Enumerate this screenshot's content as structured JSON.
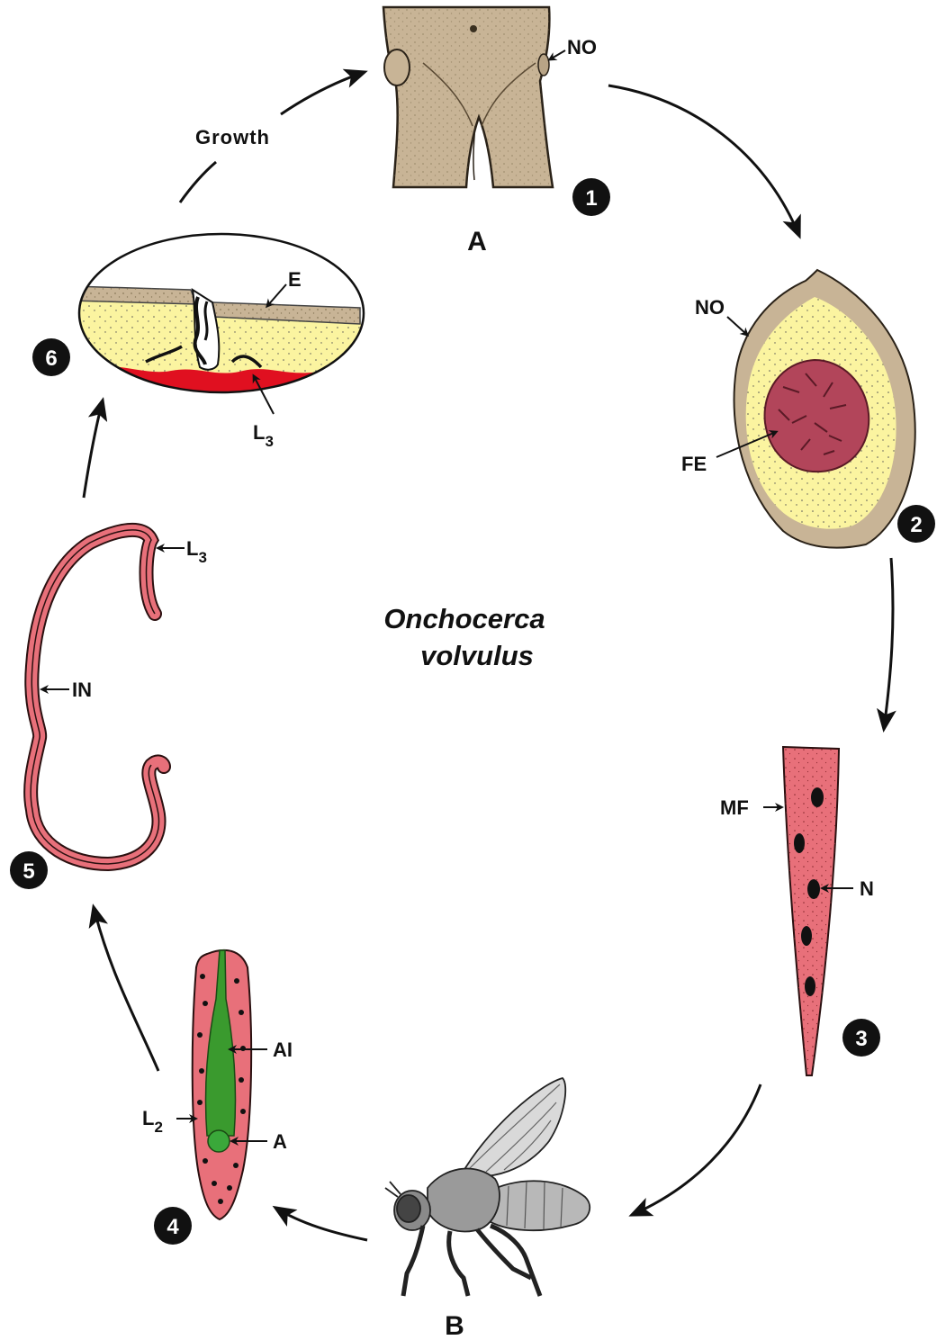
{
  "title": {
    "line1": "Onchocerca",
    "line2": "volvulus"
  },
  "hosts": {
    "human": "A",
    "fly": "B"
  },
  "stages": [
    "1",
    "2",
    "3",
    "4",
    "5",
    "6"
  ],
  "growth_label": "Growth",
  "labels": {
    "no_top": "NO",
    "no_nodule": "NO",
    "fe": "FE",
    "mf": "MF",
    "n": "N",
    "ai": "AI",
    "a": "A",
    "l2": "L",
    "l2_sub": "2",
    "in": "IN",
    "l3_larva": "L",
    "l3_larva_sub": "3",
    "e": "E",
    "l3_skin": "L",
    "l3_skin_sub": "3"
  },
  "colors": {
    "skin": "#c8b496",
    "worm_pink": "#e8707a",
    "fat_yellow": "#fbf4a0",
    "gut_green": "#3a9a2e",
    "blood_red": "#e01020",
    "worm_mass": "#b2455a"
  }
}
